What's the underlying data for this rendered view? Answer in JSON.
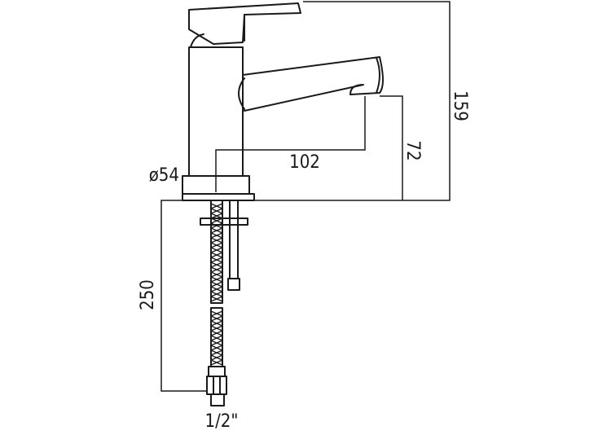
{
  "dimensions": {
    "overall_height": "159",
    "spout_height": "72",
    "spout_reach": "102",
    "base_diameter": "ø54",
    "hose_length": "250",
    "connection": "1/2\""
  }
}
